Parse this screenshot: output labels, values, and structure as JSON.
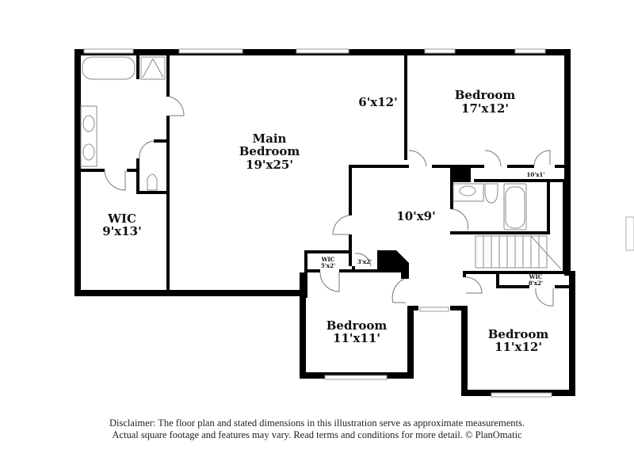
{
  "rooms": {
    "main_bedroom": {
      "name_line1": "Main",
      "name_line2": "Bedroom",
      "dims": "19'x25'"
    },
    "sitting_area": {
      "dims": "6'x12'"
    },
    "bedroom_ne": {
      "name": "Bedroom",
      "dims": "17'x12'"
    },
    "closet_ne": {
      "dims": "10'x1'"
    },
    "hall": {
      "dims": "10'x9'"
    },
    "wic_main": {
      "name": "WIC",
      "dims": "9'x13'"
    },
    "wic_small": {
      "name": "WIC",
      "dims": "5'x2'"
    },
    "linen": {
      "dims": "3'x2'"
    },
    "wic_se": {
      "name": "WIC",
      "dims": "8'x2'"
    },
    "bedroom_sw": {
      "name": "Bedroom",
      "dims": "11'x11'"
    },
    "bedroom_se": {
      "name": "Bedroom",
      "dims": "11'x12'"
    }
  },
  "disclaimer": {
    "line1": "Disclaimer: The floor plan and stated dimensions in this illustration serve as approximate measurements.",
    "line2": "Actual square footage and features may vary. Read terms and conditions for more detail. © PlanOmatic"
  },
  "colors": {
    "wall": "#000000",
    "fixture": "#8a8a8a",
    "background": "#ffffff"
  }
}
